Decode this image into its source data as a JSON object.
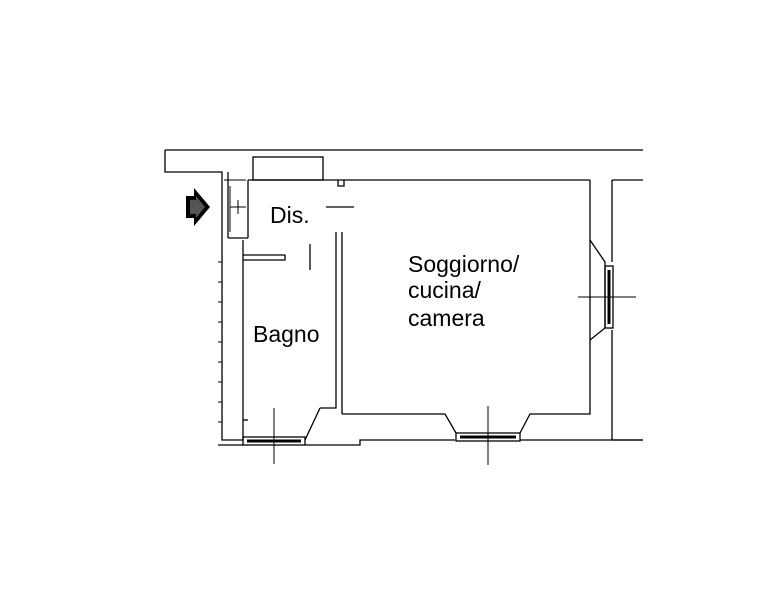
{
  "floor_plan": {
    "rooms": [
      {
        "id": "dis",
        "label": "Dis."
      },
      {
        "id": "soggiorno",
        "label_lines": [
          "Soggiorno/",
          "cucina/",
          "camera"
        ]
      },
      {
        "id": "bagno",
        "label": "Bagno"
      }
    ],
    "entrance_icon": "entrance-arrow-icon",
    "colors": {
      "line": "#000000",
      "background": "#ffffff"
    }
  }
}
